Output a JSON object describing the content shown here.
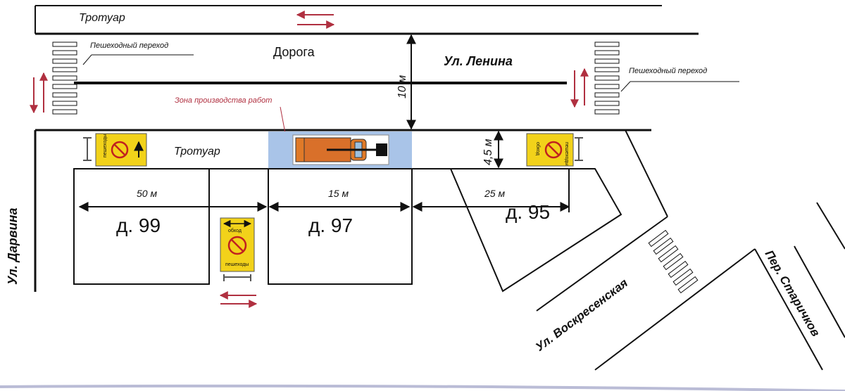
{
  "labels": {
    "sidewalk_top": "Тротуар",
    "road": "Дорога",
    "street_lenina": "Ул. Ленина",
    "crosswalk_left": "Пешеходный переход",
    "crosswalk_right": "Пешеходный переход",
    "work_zone": "Зона производства работ",
    "sidewalk_bottom": "Тротуар",
    "road_width": "10 м",
    "sidewalk_width": "4,5 м",
    "dist_50": "50 м",
    "dist_15": "15 м",
    "dist_25": "25 м",
    "house_99": "д. 99",
    "house_97": "д. 97",
    "house_95": "д. 95",
    "street_darwina": "Ул. Дарвина",
    "street_voskresenskaya": "Ул. Воскресенская",
    "lane_starichkov": "Пер. Старичков"
  },
  "signs": {
    "detour_text": "обход",
    "pedestrian_text": "пешеходы"
  },
  "colors": {
    "arrow": "#b03040",
    "work_zone_fill": "#a9c4e8",
    "sign_yellow": "#f2d21a",
    "truck": "#e07a28"
  }
}
